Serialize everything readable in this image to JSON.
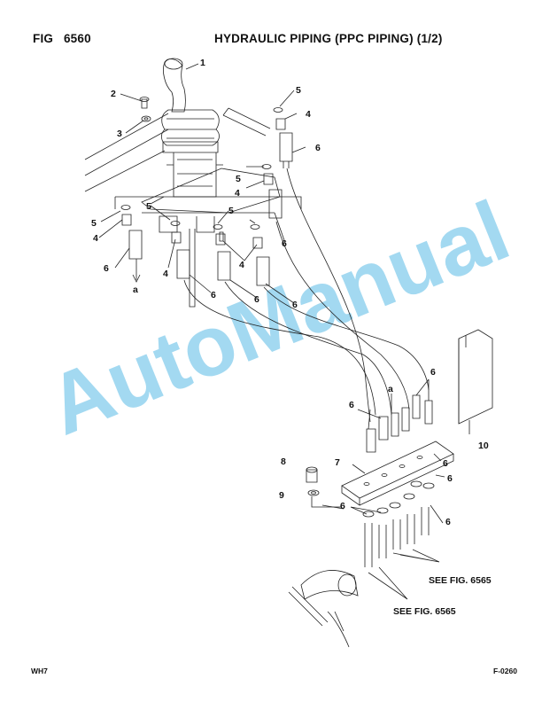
{
  "header": {
    "fig_label": "FIG   6560",
    "title": "HYDRAULIC PIPING (PPC PIPING) (1/2)"
  },
  "footer": {
    "model": "WH7",
    "page_code": "F-0260"
  },
  "watermark": {
    "text": "AutoManual",
    "color": "#57b9e6"
  },
  "callouts": {
    "c1": "1",
    "c2": "2",
    "c3": "3",
    "c4a": "4",
    "c4b": "4",
    "c4c": "4",
    "c4d": "4",
    "c4e": "4",
    "c5a": "5",
    "c5b": "5",
    "c5c": "5",
    "c5d": "5",
    "c5e": "5",
    "c6a": "6",
    "c6b": "6",
    "c6c": "6",
    "c6d": "6",
    "c6e": "6",
    "c6f": "6",
    "c6g": "6",
    "c6h": "6",
    "c6i": "6",
    "c6j": "6",
    "c6k": "6",
    "c6l": "6",
    "c7": "7",
    "c8": "8",
    "c9": "9",
    "c10": "10",
    "ca1": "a",
    "ca2": "a"
  },
  "references": {
    "ref1": "SEE FIG. 6565",
    "ref2": "SEE FIG. 6565"
  }
}
